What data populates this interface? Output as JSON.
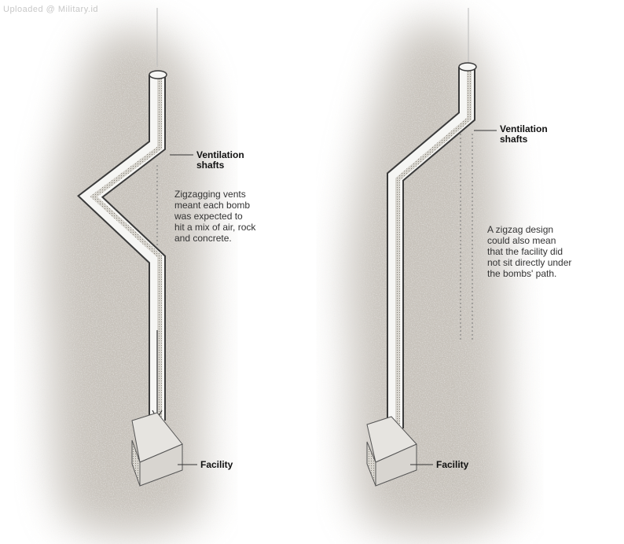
{
  "watermark": "Uploaded @ Military.id",
  "left_panel": {
    "shaft_label_line1": "Ventilation",
    "shaft_label_line2": "shafts",
    "note_lines": [
      "Zigzagging vents",
      "meant each bomb",
      "was expected to",
      "hit a mix of air, rock",
      "and concrete."
    ],
    "facility_label": "Facility"
  },
  "right_panel": {
    "shaft_label_line1": "Ventilation",
    "shaft_label_line2": "shafts",
    "note_lines": [
      "A zigzag design",
      "could also mean",
      "that the facility did",
      "not sit directly under",
      "the bombs' path."
    ],
    "facility_label": "Facility"
  },
  "colors": {
    "soil": "#8f877a",
    "shaft_fill": "#f6f6f4",
    "shaft_edge": "#3a3a3a",
    "facility_top": "#e6e4e0",
    "facility_side": "#d8d5d0"
  }
}
